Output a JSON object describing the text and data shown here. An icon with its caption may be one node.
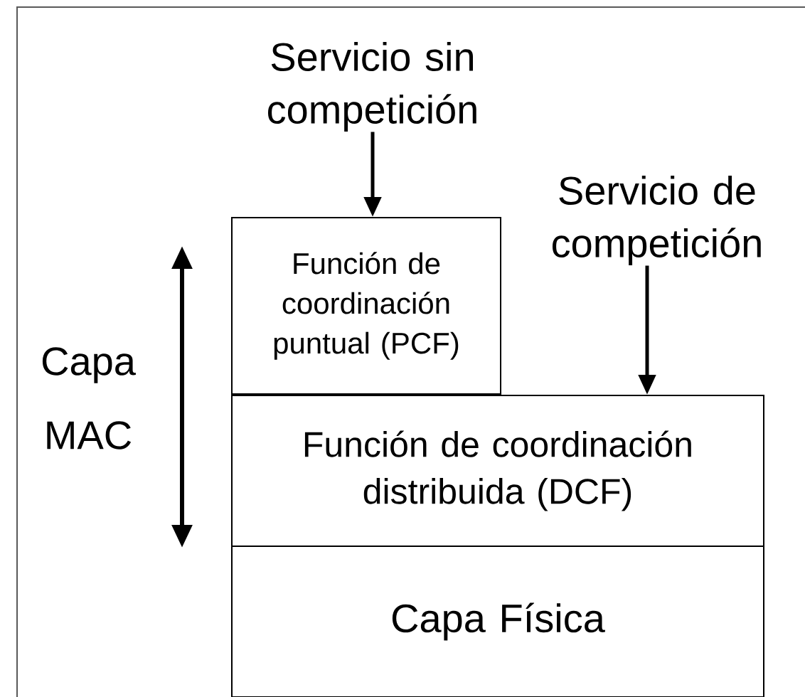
{
  "diagram": {
    "nodes": [
      {
        "text": [
          "Servicio sin competición"
        ]
      },
      {
        "text": [
          "Servicio de competición"
        ]
      },
      {
        "text": [
          "Función de coordinación puntual (PCF)"
        ]
      },
      {
        "text": [
          "Función de coordinación distribuida (DCF)"
        ]
      },
      {
        "text": [
          "Capa Física"
        ]
      }
    ],
    "edges": [
      {
        "from": 0,
        "to": 2,
        "arrow": "to"
      },
      {
        "from": 1,
        "to": 3,
        "arrow": "to"
      }
    ],
    "labels": [
      "Capa MAC"
    ]
  }
}
